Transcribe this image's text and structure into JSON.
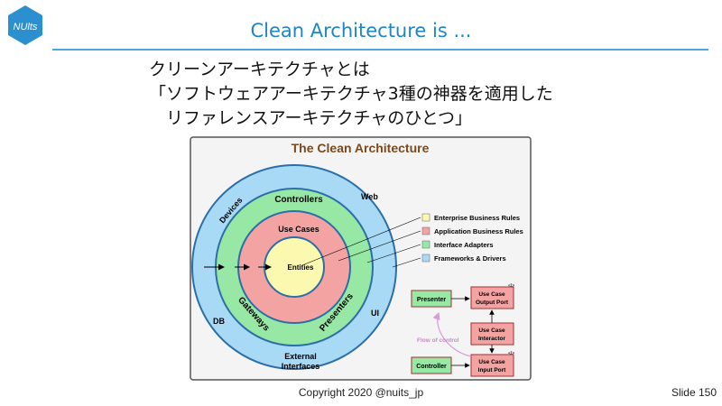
{
  "logo": {
    "text": "NUlts"
  },
  "title": "Clean Architecture is ...",
  "intro": {
    "line1": "クリーンアーキテクチャとは",
    "line2": "「ソフトウェアアーキテクチャ3種の神器を適用した",
    "line3": "　リファレンスアーキテクチャのひとつ」"
  },
  "diagram": {
    "heading": "The Clean Architecture",
    "outer_ring": {
      "devices": "Devices",
      "web": "Web",
      "db": "DB",
      "ui": "UI",
      "external_1": "External",
      "external_2": "Interfaces"
    },
    "green_ring": {
      "controllers": "Controllers",
      "gateways": "Gateways",
      "presenters": "Presenters"
    },
    "red_ring": {
      "use_cases": "Use Cases"
    },
    "core": {
      "entities": "Entities"
    },
    "legend": [
      {
        "label": "Enterprise Business Rules",
        "color": "#fbf8b0"
      },
      {
        "label": "Application Business Rules",
        "color": "#f4a3a3"
      },
      {
        "label": "Interface Adapters",
        "color": "#96e8a4"
      },
      {
        "label": "Frameworks & Drivers",
        "color": "#a8d9f5"
      }
    ],
    "flow": {
      "presenter": "Presenter",
      "output_port_1": "Use Case",
      "output_port_2": "Output Port",
      "interactor_1": "Use Case",
      "interactor_2": "Interactor",
      "controller": "Controller",
      "input_port_1": "Use Case",
      "input_port_2": "Input Port",
      "flow_label": "Flow of control",
      "interface_tag": "<I>"
    }
  },
  "footer": {
    "copyright": "Copyright 2020 @nuits_jp",
    "slide": "Slide 150"
  }
}
